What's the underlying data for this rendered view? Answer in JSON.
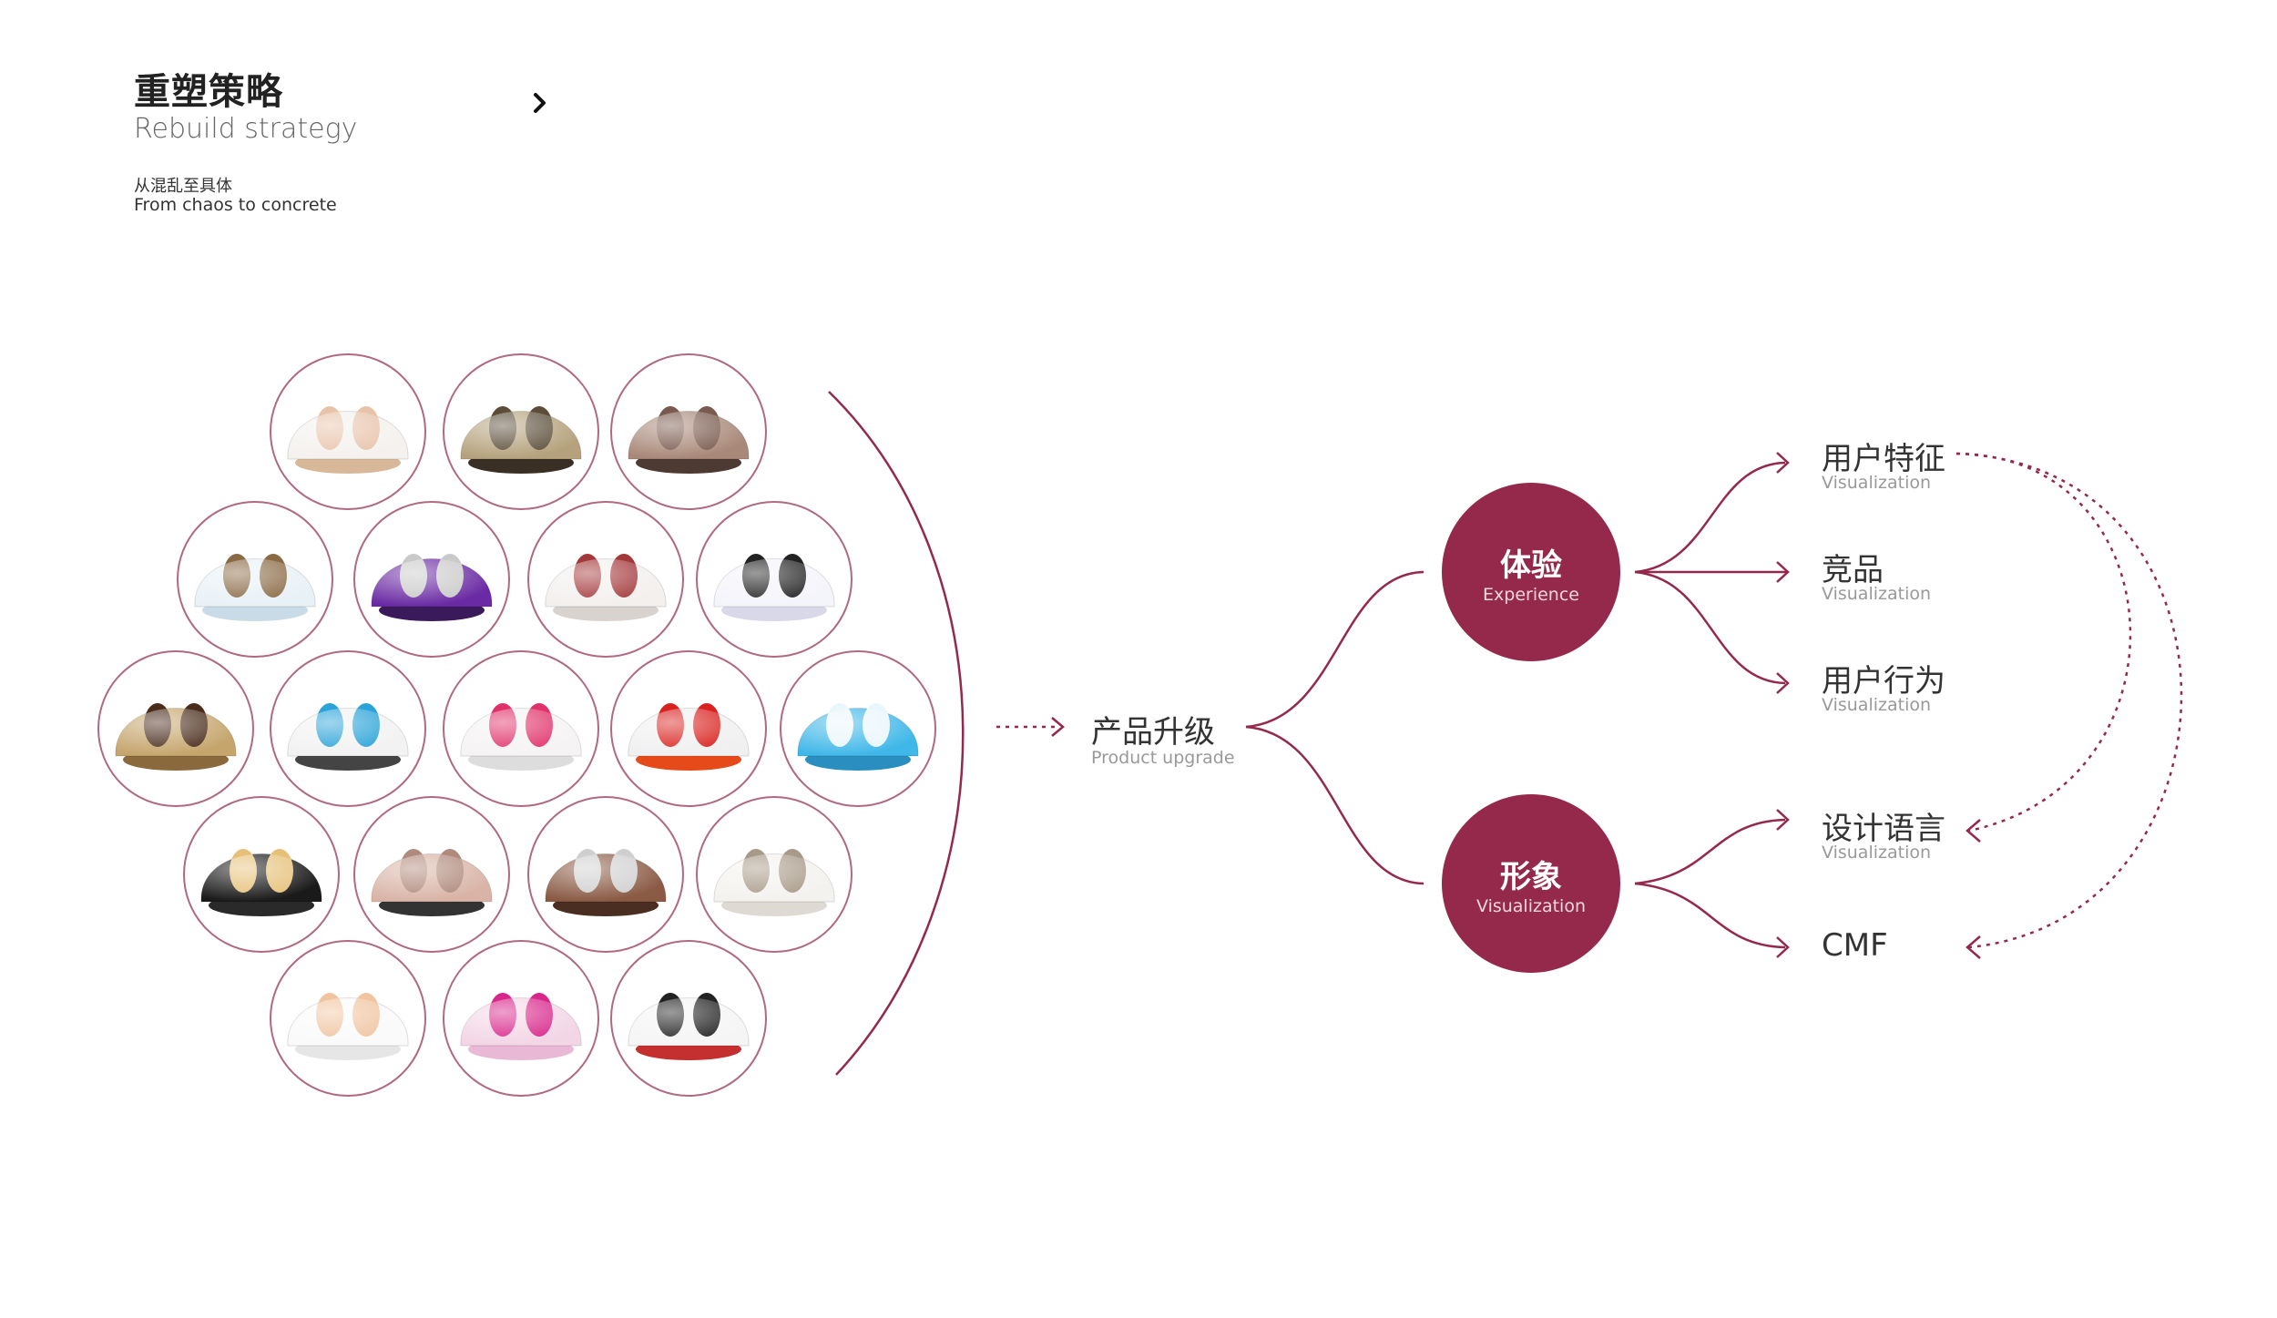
{
  "header": {
    "title_cn": "重塑策略",
    "title_en": "Rebuild strategy",
    "subtitle_cn": "从混乱至具体",
    "subtitle_en": "From chaos to concrete"
  },
  "colors": {
    "accent": "#95294b",
    "ring": "#b06a80",
    "text": "#333333",
    "muted": "#999999"
  },
  "gallery": {
    "products": [
      {
        "body": "#f4f1ee",
        "accent": "#e8c3aa",
        "base": "#d9b89a"
      },
      {
        "body": "#b5a27c",
        "accent": "#5b4d38",
        "base": "#3a2f24"
      },
      {
        "body": "#a88878",
        "accent": "#7a5a4e",
        "base": "#4d3a33"
      },
      {
        "body": "#e8f1f6",
        "accent": "#8a6a45",
        "base": "#c9dbe6"
      },
      {
        "body": "#6a2aa3",
        "accent": "#c9c9c9",
        "base": "#3a1a5a"
      },
      {
        "body": "#f3f0ee",
        "accent": "#a3383a",
        "base": "#d9d3cf"
      },
      {
        "body": "#f4f4fb",
        "accent": "#222222",
        "base": "#d8d8e8"
      },
      {
        "body": "#c5a56c",
        "accent": "#4a2c1c",
        "base": "#8a6a3c"
      },
      {
        "body": "#f2f2f2",
        "accent": "#2aa3d8",
        "base": "#444444"
      },
      {
        "body": "#f5f3f3",
        "accent": "#e0316a",
        "base": "#dddddd"
      },
      {
        "body": "#f0f0f0",
        "accent": "#d9221f",
        "base": "#e64a1a"
      },
      {
        "body": "#3fb7e8",
        "accent": "#e9f6fb",
        "base": "#2a8fc0"
      },
      {
        "body": "#1a1a1a",
        "accent": "#e6c078",
        "base": "#2a2a2a"
      },
      {
        "body": "#d9b4a6",
        "accent": "#b08a7c",
        "base": "#333333"
      },
      {
        "body": "#8a5a44",
        "accent": "#cfcfcf",
        "base": "#4a2e22"
      },
      {
        "body": "#f4f2ee",
        "accent": "#a89a88",
        "base": "#dedad3"
      },
      {
        "body": "#fafafa",
        "accent": "#f0c4a0",
        "base": "#e6e6e6"
      },
      {
        "body": "#f3d6e6",
        "accent": "#d8268a",
        "base": "#e8b8d4"
      },
      {
        "body": "#f5f5f5",
        "accent": "#222222",
        "base": "#c43030"
      }
    ]
  },
  "flow": {
    "center_cn": "产品升级",
    "center_en": "Product upgrade",
    "hubs": [
      {
        "cn": "体验",
        "en": "Experience"
      },
      {
        "cn": "形象",
        "en": "Visualization"
      }
    ],
    "leaves": [
      {
        "cn": "用户特征",
        "en": "Visualization"
      },
      {
        "cn": "竞品",
        "en": "Visualization"
      },
      {
        "cn": "用户行为",
        "en": "Visualization"
      },
      {
        "cn": "设计语言",
        "en": "Visualization"
      },
      {
        "cn": "CMF",
        "en": ""
      }
    ]
  }
}
